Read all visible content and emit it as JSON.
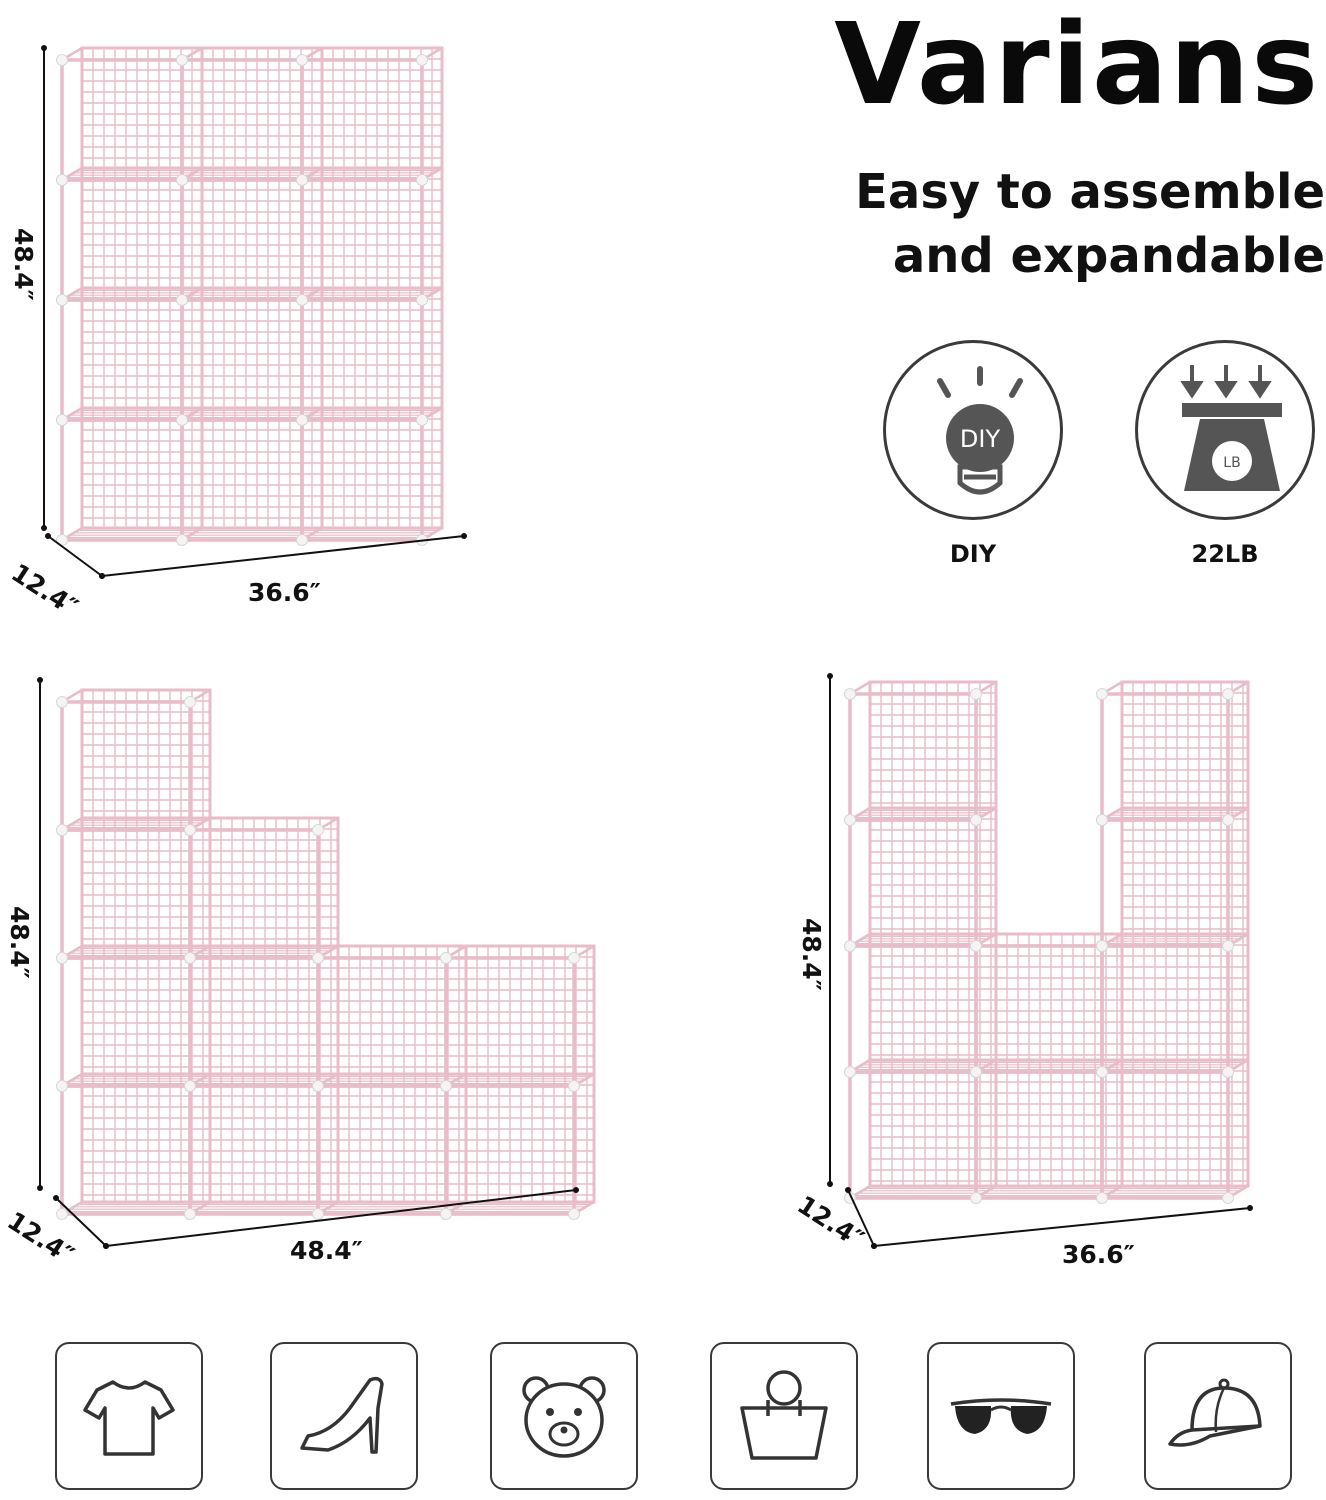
{
  "brand": "Varians",
  "tagline_line1": "Easy to assemble",
  "tagline_line2": "and expandable",
  "features": [
    {
      "label": "DIY",
      "icon_text": "DIY",
      "icon": "diy-bulb-icon"
    },
    {
      "label": "22LB",
      "icon_text": "LB",
      "icon": "weight-capacity-icon"
    }
  ],
  "configs": [
    {
      "height": "48.4″",
      "depth": "12.4″",
      "width": "36.6″"
    },
    {
      "height": "48.4″",
      "depth": "12.4″",
      "width": "48.4″"
    },
    {
      "height": "48.4″",
      "depth": "12.4″",
      "width": "36.6″"
    }
  ],
  "use_icons": [
    "t-shirt-icon",
    "high-heel-icon",
    "teddy-bear-icon",
    "handbag-icon",
    "sunglasses-icon",
    "cap-icon"
  ],
  "colors": {
    "wire": "#e8bcc8",
    "joint": "#f4f4f4",
    "outline": "#3a3a3a",
    "text": "#111111"
  }
}
